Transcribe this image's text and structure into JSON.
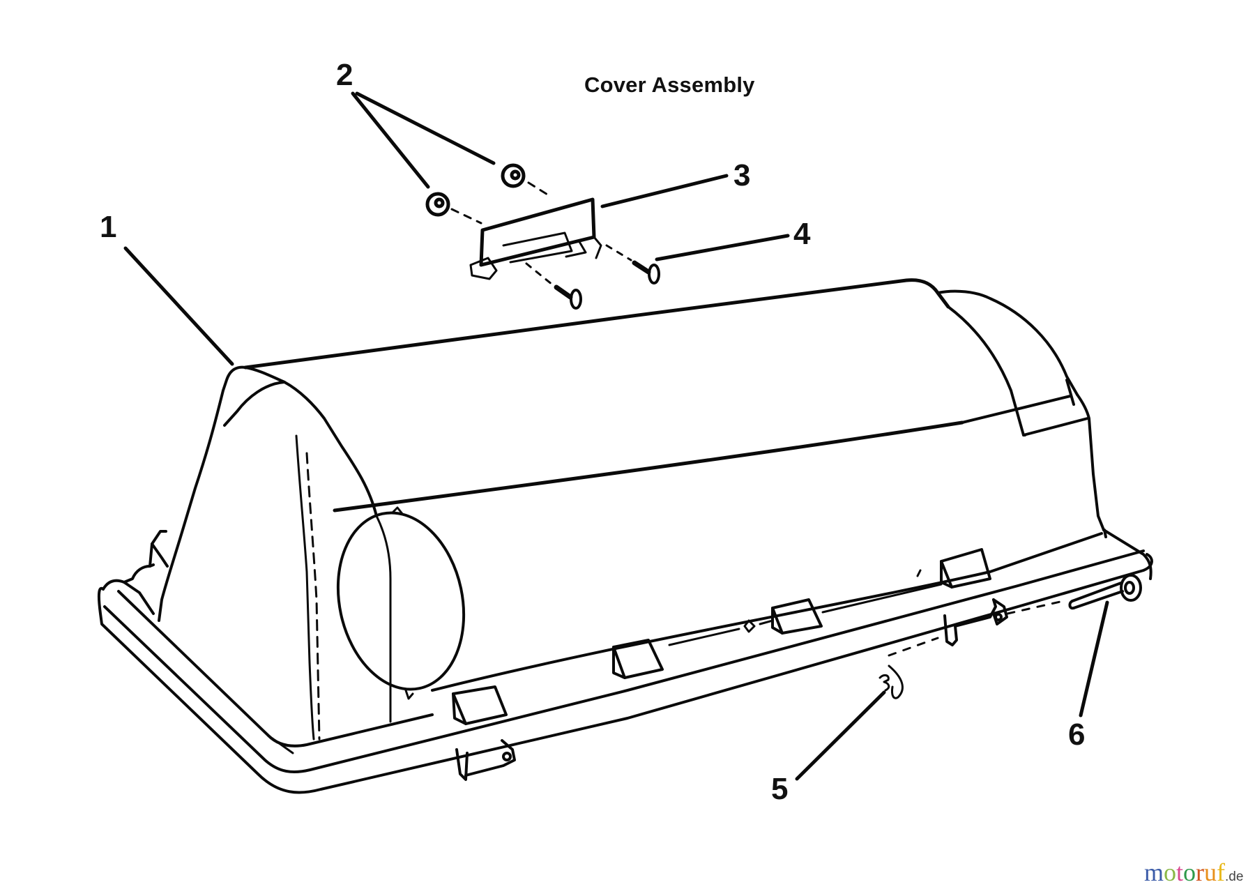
{
  "diagram": {
    "title": "Cover Assembly",
    "background": "#ffffff",
    "line_color": "#0a0a0a",
    "callouts": [
      {
        "id": "1",
        "label": "1",
        "part": "cover"
      },
      {
        "id": "2",
        "label": "2",
        "part": "nuts"
      },
      {
        "id": "3",
        "label": "3",
        "part": "handle"
      },
      {
        "id": "4",
        "label": "4",
        "part": "screws"
      },
      {
        "id": "5",
        "label": "5",
        "part": "hairpin-clip"
      },
      {
        "id": "6",
        "label": "6",
        "part": "hinge-pin"
      }
    ]
  },
  "watermark": {
    "letters": [
      {
        "char": "m",
        "color": "#3b5ba8"
      },
      {
        "char": "o",
        "color": "#8bb848"
      },
      {
        "char": "t",
        "color": "#d9498f"
      },
      {
        "char": "o",
        "color": "#2e9a4a"
      },
      {
        "char": "r",
        "color": "#d0551e"
      },
      {
        "char": "u",
        "color": "#e8901c"
      },
      {
        "char": "f",
        "color": "#e8b81a"
      }
    ],
    "tld": ".de",
    "tld_color": "#444444"
  }
}
